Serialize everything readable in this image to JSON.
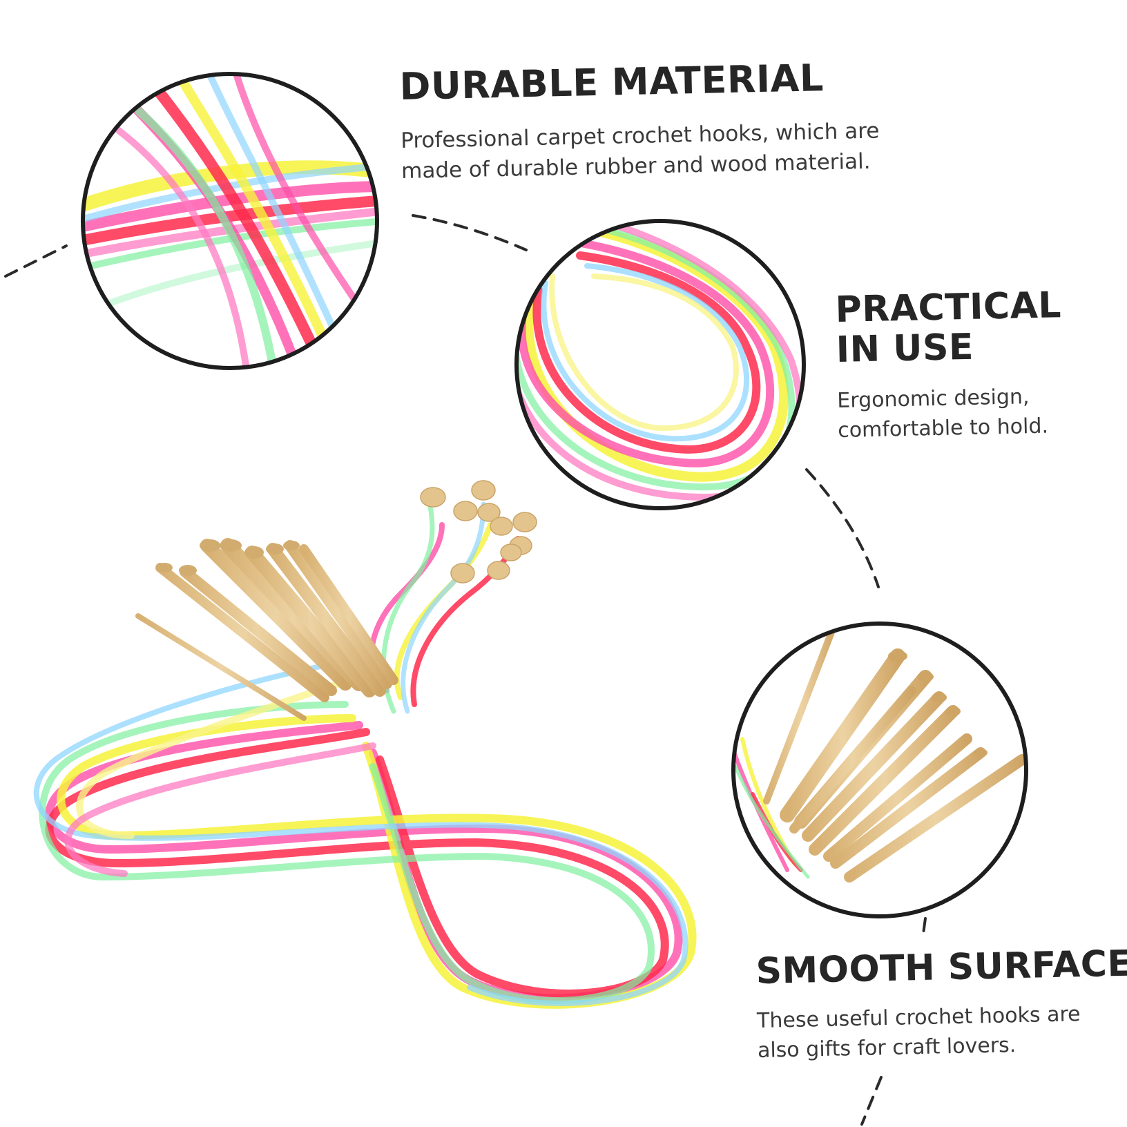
{
  "features": [
    {
      "title": "DURABLE MATERIAL",
      "description": "Professional carpet crochet hooks, which are made of durable rubber and wood material."
    },
    {
      "title": "PRACTICAL IN USE",
      "description": "Ergonomic design, comfortable to hold."
    },
    {
      "title": "SMOOTH SURFACE",
      "description": "These useful crochet hooks are also gifts for craft lovers."
    }
  ],
  "colors": {
    "outline": "#1e1e1e",
    "cable_pink": "#ff4fa8",
    "cable_yellow": "#f6f23a",
    "cable_red": "#ff2a4e",
    "cable_green": "#7ff0a0",
    "cable_blue": "#8fd6ff",
    "bamboo": "#e2c08a"
  }
}
